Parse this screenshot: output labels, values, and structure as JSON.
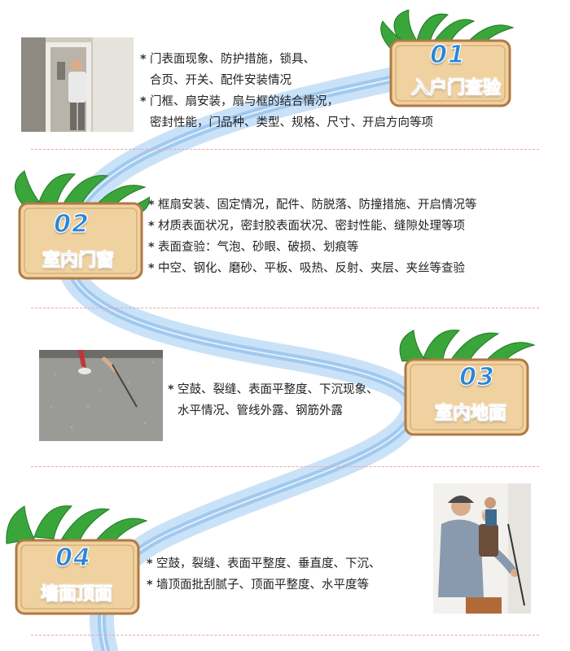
{
  "sections": [
    {
      "number": "01",
      "title": "入户门查验",
      "bullets": [
        {
          "lines": [
            "门表面现象、防护措施，锁具、",
            "合页、开关、配件安装情况"
          ]
        },
        {
          "lines": [
            "门框、扇安装，扇与框的结合情况，",
            "密封性能，门品种、类型、规格、尺寸、开启方向等项"
          ]
        }
      ]
    },
    {
      "number": "02",
      "title": "室内门窗",
      "bullets": [
        {
          "lines": [
            "框扇安装、固定情况，配件、防脱落、防撞措施、开启情况等"
          ]
        },
        {
          "lines": [
            "材质表面状况，密封胶表面状况、密封性能、缝隙处理等项"
          ]
        },
        {
          "lines": [
            "表面查验：气泡、砂眼、破损、划痕等"
          ]
        },
        {
          "lines": [
            "中空、钢化、磨砂、平板、吸热、反射、夹层、夹丝等查验"
          ]
        }
      ]
    },
    {
      "number": "03",
      "title": "室内地面",
      "bullets": [
        {
          "lines": [
            "空鼓、裂缝、表面平整度、下沉现象、",
            "水平情况、管线外露、钢筋外露"
          ]
        }
      ]
    },
    {
      "number": "04",
      "title": "墙面顶面",
      "bullets": [
        {
          "lines": [
            "空鼓，裂缝、表面平整度、垂直度、下沉、"
          ]
        },
        {
          "lines": [
            "墙顶面批刮腻子、顶面平整度、水平度等"
          ]
        }
      ]
    }
  ],
  "bullet_symbol": "*",
  "colors": {
    "divider": "#e8a8ac",
    "number": "#2a86d6",
    "title": "#1f6fcf",
    "sign_wood": "#f0d2a0",
    "sign_border": "#b07a44",
    "ribbon": "#8fc0ee",
    "leaf": "#3aa53a"
  },
  "icons": {
    "sign": "wooden-sign-with-palm-leaves",
    "photos": [
      "door-inspection-photo",
      "floor-inspection-photo",
      "wall-inspection-photo"
    ]
  }
}
